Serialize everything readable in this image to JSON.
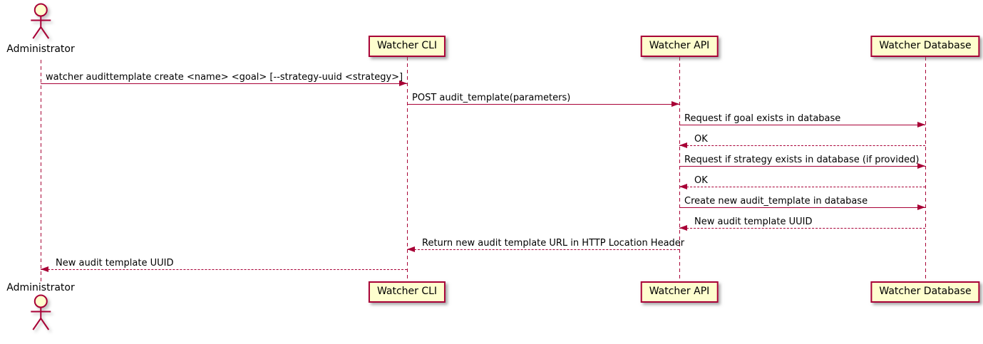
{
  "diagram": {
    "type": "uml-sequence-diagram",
    "actor": {
      "label": "Administrator"
    },
    "participants": [
      {
        "label": "Watcher CLI"
      },
      {
        "label": "Watcher API"
      },
      {
        "label": "Watcher Database"
      }
    ],
    "messages": [
      {
        "from": "Administrator",
        "to": "Watcher CLI",
        "style": "solid",
        "label": "watcher audittemplate create <name> <goal> [--strategy-uuid <strategy>]"
      },
      {
        "from": "Watcher CLI",
        "to": "Watcher API",
        "style": "solid",
        "label": "POST audit_template(parameters)"
      },
      {
        "from": "Watcher API",
        "to": "Watcher Database",
        "style": "solid",
        "label": "Request if goal exists in database"
      },
      {
        "from": "Watcher Database",
        "to": "Watcher API",
        "style": "dashed",
        "label": "OK"
      },
      {
        "from": "Watcher API",
        "to": "Watcher Database",
        "style": "solid",
        "label": "Request if strategy exists in database (if provided)"
      },
      {
        "from": "Watcher Database",
        "to": "Watcher API",
        "style": "dashed",
        "label": "OK"
      },
      {
        "from": "Watcher API",
        "to": "Watcher Database",
        "style": "solid",
        "label": "Create new audit_template in database"
      },
      {
        "from": "Watcher Database",
        "to": "Watcher API",
        "style": "dashed",
        "label": "New audit template UUID"
      },
      {
        "from": "Watcher API",
        "to": "Watcher CLI",
        "style": "dashed",
        "label": "Return new audit template URL in HTTP Location Header"
      },
      {
        "from": "Watcher CLI",
        "to": "Administrator",
        "style": "dashed",
        "label": "New audit template UUID"
      }
    ],
    "colors": {
      "accent": "#A80036",
      "participant_fill": "#FEFECE",
      "text": "#000000",
      "background": "#FFFFFF"
    }
  }
}
